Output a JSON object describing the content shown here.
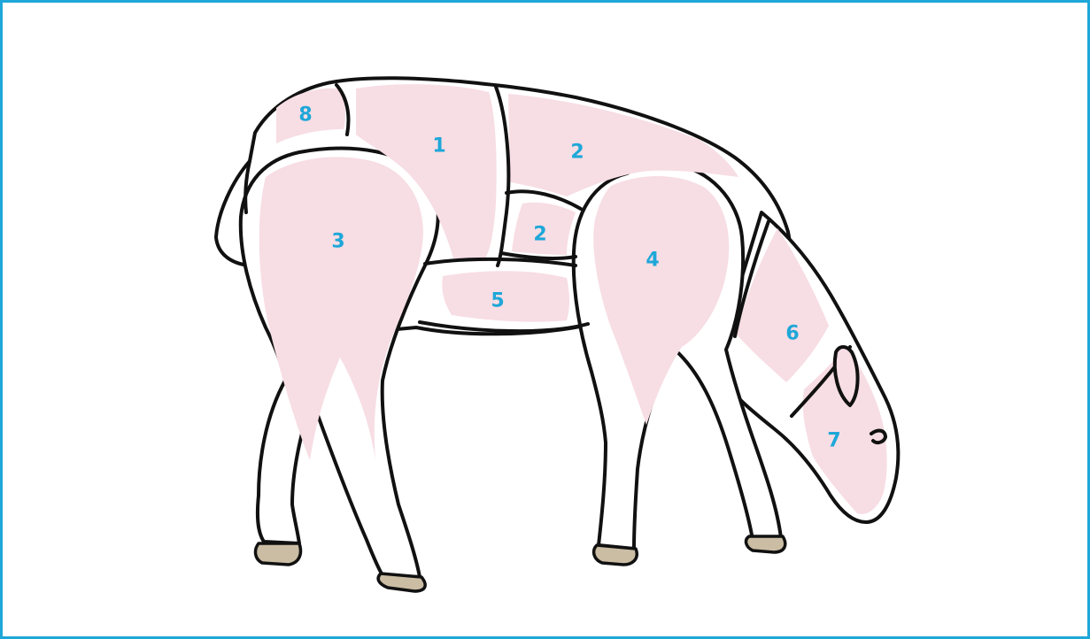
{
  "diagram": {
    "colors": {
      "border": "#1ea7d8",
      "label": "#1ea7d8",
      "cut_fill": "#f7dde4",
      "outline": "#111111",
      "hoof": "#cbbda4"
    },
    "cuts": [
      {
        "id": "cut-1",
        "label": "1"
      },
      {
        "id": "cut-2-upper",
        "label": "2"
      },
      {
        "id": "cut-2-lower",
        "label": "2"
      },
      {
        "id": "cut-3",
        "label": "3"
      },
      {
        "id": "cut-4",
        "label": "4"
      },
      {
        "id": "cut-5",
        "label": "5"
      },
      {
        "id": "cut-6",
        "label": "6"
      },
      {
        "id": "cut-7",
        "label": "7"
      },
      {
        "id": "cut-8",
        "label": "8"
      }
    ]
  }
}
